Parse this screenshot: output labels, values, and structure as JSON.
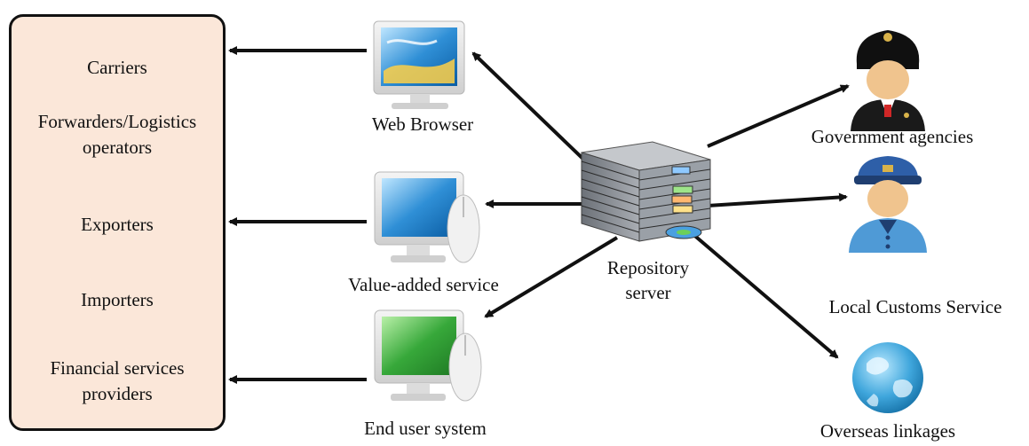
{
  "stakeholders": {
    "items": [
      "Carriers",
      "Forwarders/Logistics operators",
      "Exporters",
      "Importers",
      "Financial services providers"
    ],
    "lines": {
      "forwarders_1": "Forwarders/Logistics",
      "forwarders_2": "operators",
      "financial_1": "Financial services",
      "financial_2": "providers"
    }
  },
  "clients": {
    "web_browser": "Web Browser",
    "value_added": "Value-added service",
    "end_user": "End user system"
  },
  "server": {
    "line1": "Repository",
    "line2": "server"
  },
  "agencies": {
    "government": "Government agencies",
    "customs": "Local Customs Service",
    "overseas": "Overseas linkages"
  },
  "colors": {
    "box_fill": "#fbe7d9",
    "monitor_screen_blue": "#2f8fd6",
    "monitor_screen_green": "#37a83a",
    "server_body": "#8a8f96",
    "arrow": "#111111"
  }
}
